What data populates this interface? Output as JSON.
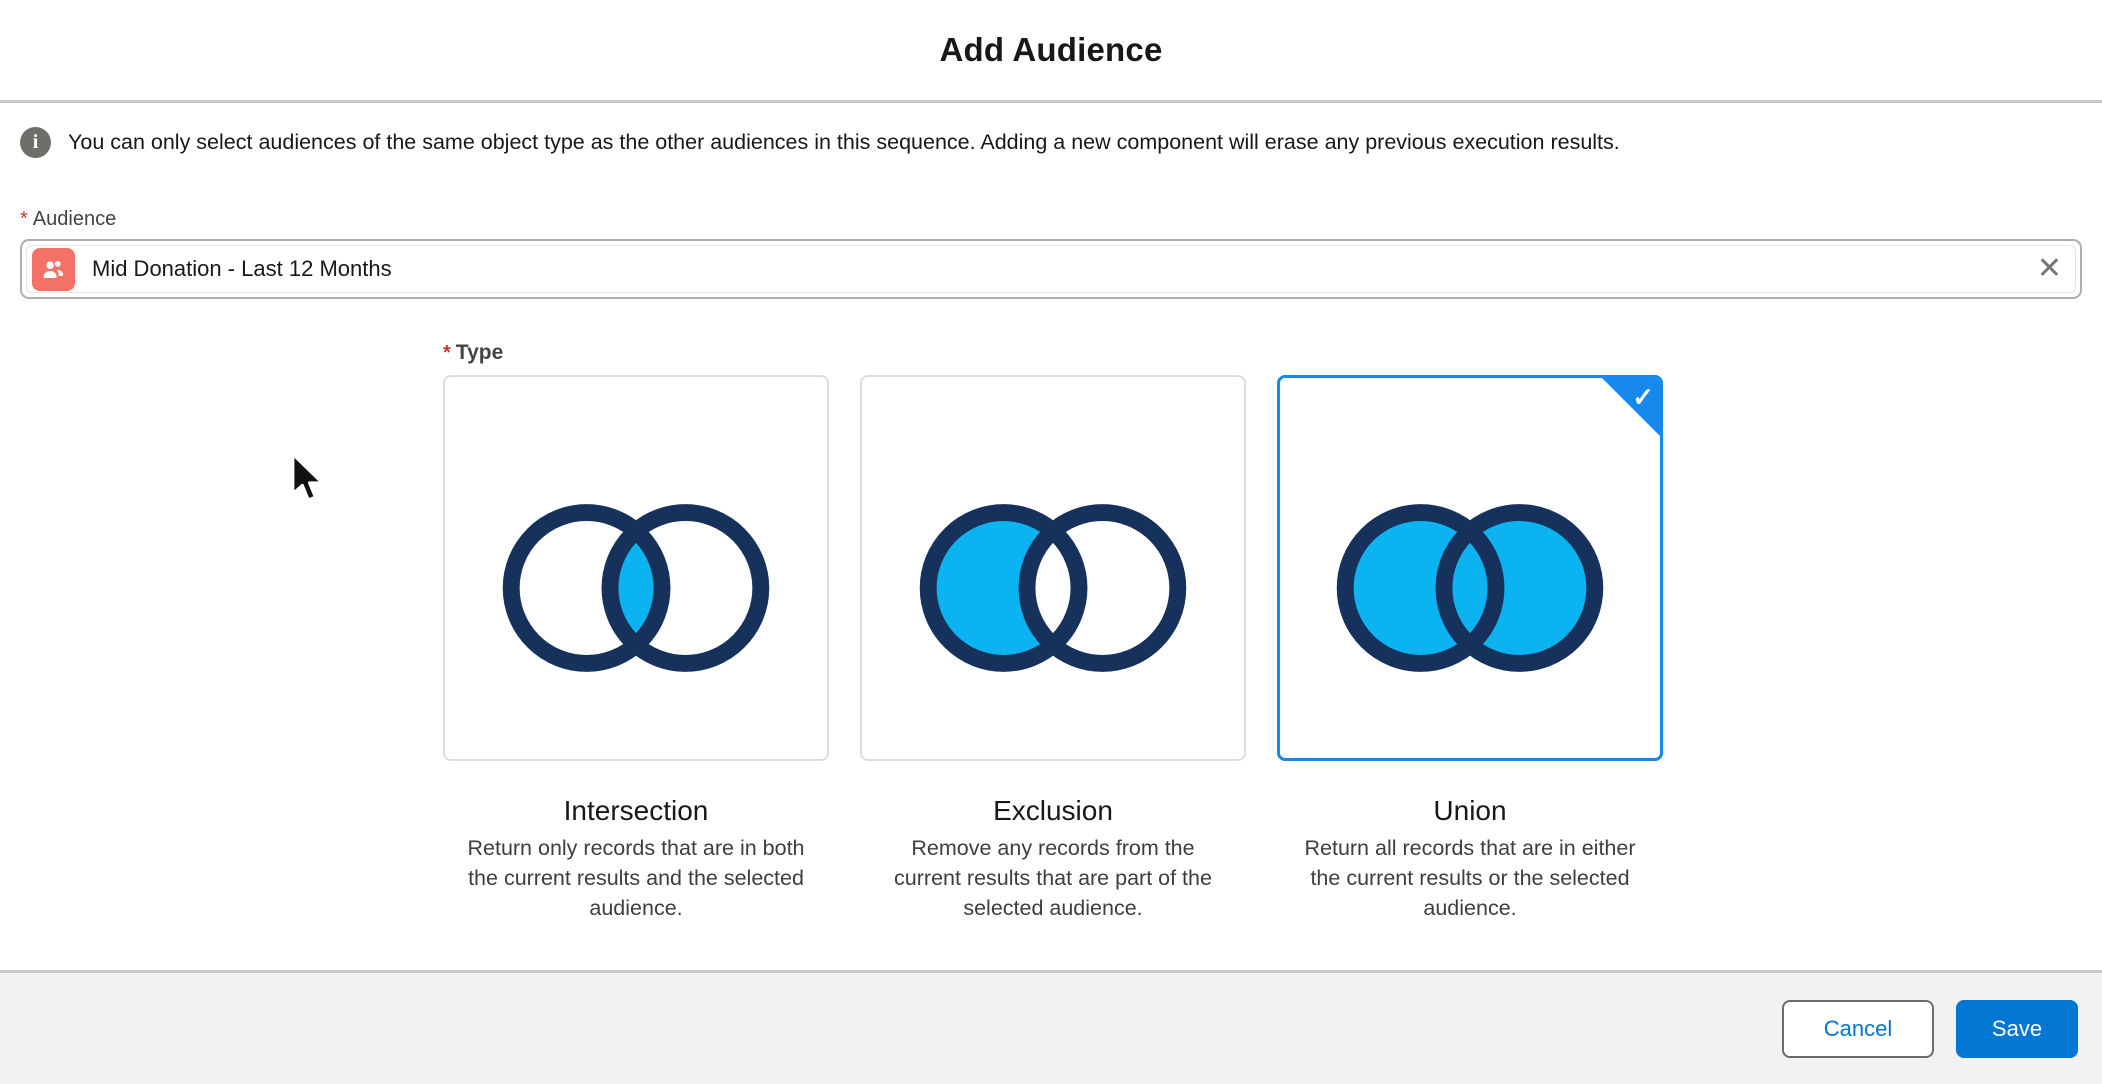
{
  "modal": {
    "title": "Add Audience"
  },
  "info": {
    "text": "You can only select audiences of the same object type as the other audiences in this sequence. Adding a new component will erase any previous execution results."
  },
  "audience_field": {
    "required_marker": "*",
    "label": "Audience",
    "value": "Mid Donation - Last 12 Months",
    "icon_name": "audience-segment-icon"
  },
  "type_field": {
    "required_marker": "*",
    "label": "Type",
    "options": [
      {
        "label": "Intersection",
        "description": "Return only records that are in both the current results and the selected audience.",
        "selected": false
      },
      {
        "label": "Exclusion",
        "description": "Remove any records from the current results that are part of the selected audience.",
        "selected": false
      },
      {
        "label": "Union",
        "description": "Return all records that are in either the current results or the selected audience.",
        "selected": true
      }
    ]
  },
  "footer": {
    "cancel_label": "Cancel",
    "save_label": "Save"
  },
  "icons": {
    "info_glyph": "i",
    "clear_glyph": "✕",
    "check_glyph": "✓"
  },
  "colors": {
    "brand_blue": "#0176d3",
    "selection_blue": "#1589ee",
    "venn_fill": "#0bb4f0",
    "venn_stroke": "#16325c",
    "segment_icon_bg": "#f47166",
    "footer_bg": "#f2f2f2",
    "required_red": "#c23934"
  }
}
